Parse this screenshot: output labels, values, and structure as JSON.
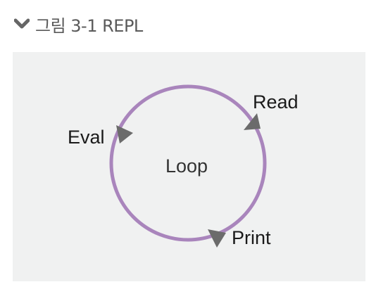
{
  "caption": {
    "text": "그림 3-1 REPL",
    "icon": "chevron-down-icon"
  },
  "diagram": {
    "center_label": "Loop",
    "steps": [
      {
        "id": "read",
        "label": "Read"
      },
      {
        "id": "eval",
        "label": "Eval"
      },
      {
        "id": "print",
        "label": "Print"
      }
    ],
    "colors": {
      "ring": "#a985bc",
      "arrow": "#6b6b6b",
      "panel": "#f0f1f1"
    }
  }
}
